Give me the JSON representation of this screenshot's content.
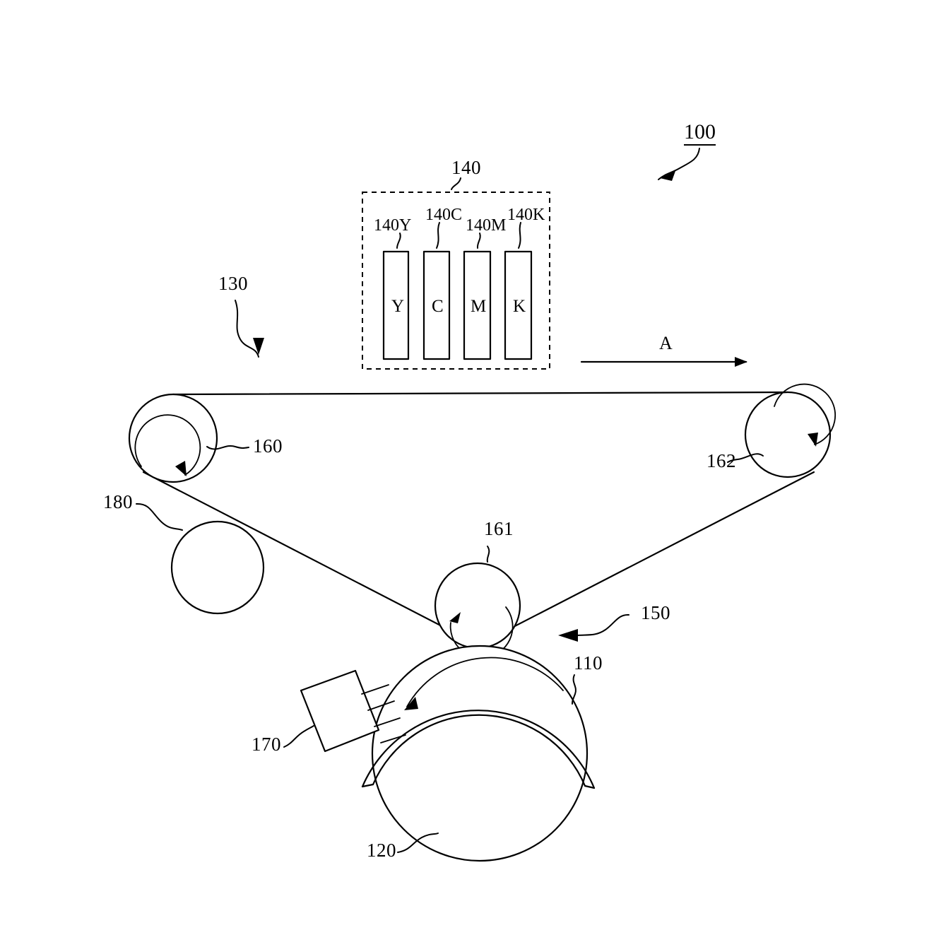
{
  "figure": {
    "title_number": "100",
    "direction_marker": "A",
    "reference_labels": {
      "apparatus": "100",
      "belt_unit": "130",
      "exposure_unit_group": "140",
      "exposure_y": "140Y",
      "exposure_c": "140C",
      "exposure_m": "140M",
      "exposure_k": "140K",
      "drive_roller_left": "160",
      "drive_roller_right": "162",
      "transfer_roller_center": "161",
      "idler_roller": "180",
      "transfer_position": "150",
      "drum_sleeve": "110",
      "photoreceptor_drum": "120",
      "developing_unit": "170"
    },
    "exposure_modules": [
      {
        "id": "140Y",
        "letter": "Y"
      },
      {
        "id": "140C",
        "letter": "C"
      },
      {
        "id": "140M",
        "letter": "M"
      },
      {
        "id": "140K",
        "letter": "K"
      }
    ],
    "colors": {
      "line": "#000000",
      "background": "#ffffff"
    }
  }
}
